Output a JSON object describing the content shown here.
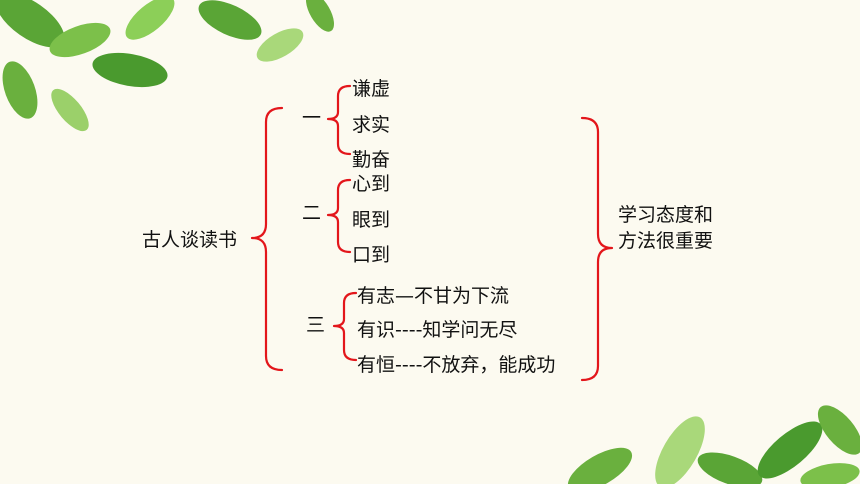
{
  "diagram": {
    "root": "古人谈读书",
    "conclusion": [
      "学习态度和",
      "方法很重要"
    ],
    "groups": [
      {
        "label": "一",
        "items": [
          "谦虚",
          "求实",
          "勤奋"
        ]
      },
      {
        "label": "二",
        "items": [
          "心到",
          "眼到",
          "口到"
        ]
      },
      {
        "label": "三",
        "items": [
          "有志—不甘为下流",
          "有识----知学问无尽",
          "有恒----不放弃，能成功"
        ]
      }
    ]
  },
  "colors": {
    "bracket": "#e3161b",
    "text": "#111111",
    "background": "#fcfaf0",
    "leaf_dark": "#5aa536",
    "leaf_light": "#a9d87a"
  }
}
